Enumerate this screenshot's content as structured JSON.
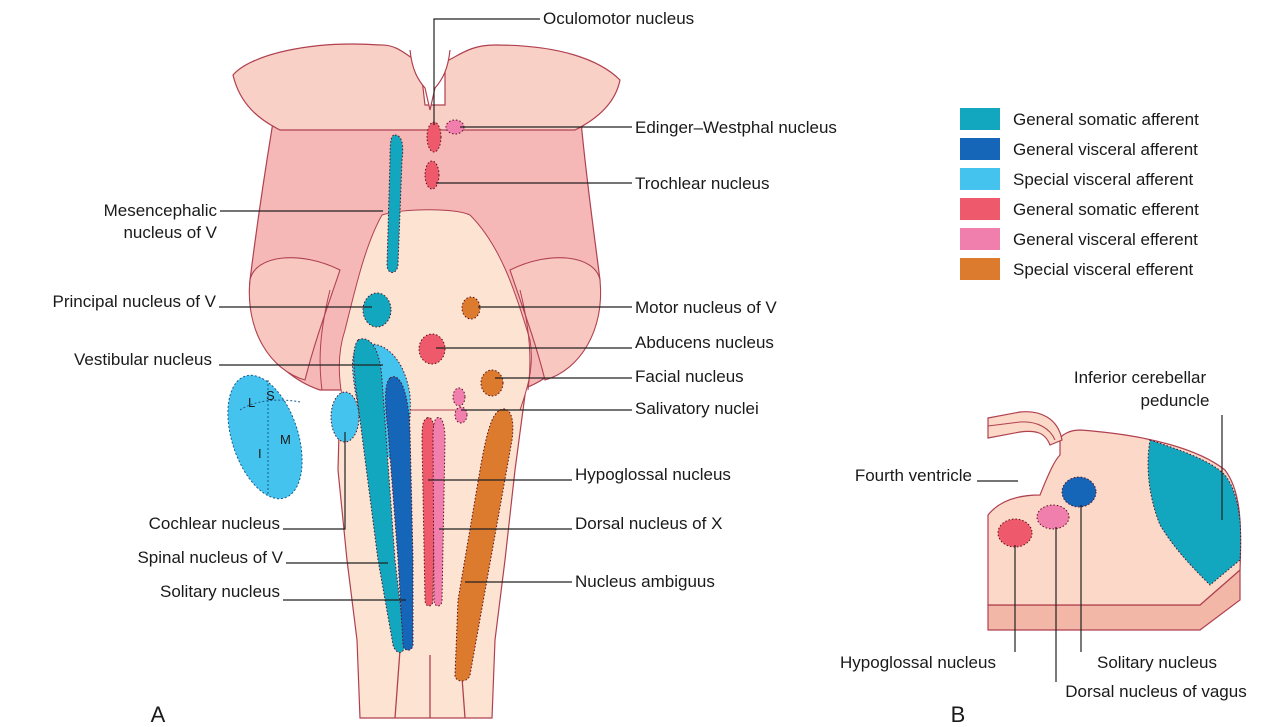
{
  "panels": {
    "a": "A",
    "b": "B"
  },
  "legend": {
    "items": [
      {
        "label": "General somatic afferent",
        "color": "#12a7bf"
      },
      {
        "label": "General visceral afferent",
        "color": "#1565b8"
      },
      {
        "label": "Special visceral afferent",
        "color": "#45c3ef"
      },
      {
        "label": "General somatic efferent",
        "color": "#ee5a6b"
      },
      {
        "label": "General visceral efferent",
        "color": "#f07fae"
      },
      {
        "label": "Special visceral efferent",
        "color": "#dc7a2e"
      }
    ]
  },
  "labels_a": {
    "oculomotor": "Oculomotor nucleus",
    "edinger": "Edinger–Westphal nucleus",
    "trochlear": "Trochlear nucleus",
    "mesencephalic_1": "Mesencephalic",
    "mesencephalic_2": "nucleus of V",
    "principal": "Principal nucleus of V",
    "motor_v": "Motor nucleus of V",
    "vestibular": "Vestibular nucleus",
    "abducens": "Abducens nucleus",
    "facial": "Facial nucleus",
    "salivatory": "Salivatory nuclei",
    "hypoglossal": "Hypoglossal nucleus",
    "cochlear": "Cochlear nucleus",
    "dorsal_x": "Dorsal nucleus of X",
    "spinal_v": "Spinal nucleus of V",
    "solitary": "Solitary nucleus",
    "ambiguus": "Nucleus ambiguus"
  },
  "vestibular_parts": {
    "l": "L",
    "s": "S",
    "m": "M",
    "i": "I"
  },
  "labels_b": {
    "inferior_1": "Inferior cerebellar",
    "inferior_2": "peduncle",
    "fourth_ventricle": "Fourth ventricle",
    "hypoglossal": "Hypoglossal nucleus",
    "solitary": "Solitary nucleus",
    "dorsal_vagus": "Dorsal nucleus of vagus"
  }
}
